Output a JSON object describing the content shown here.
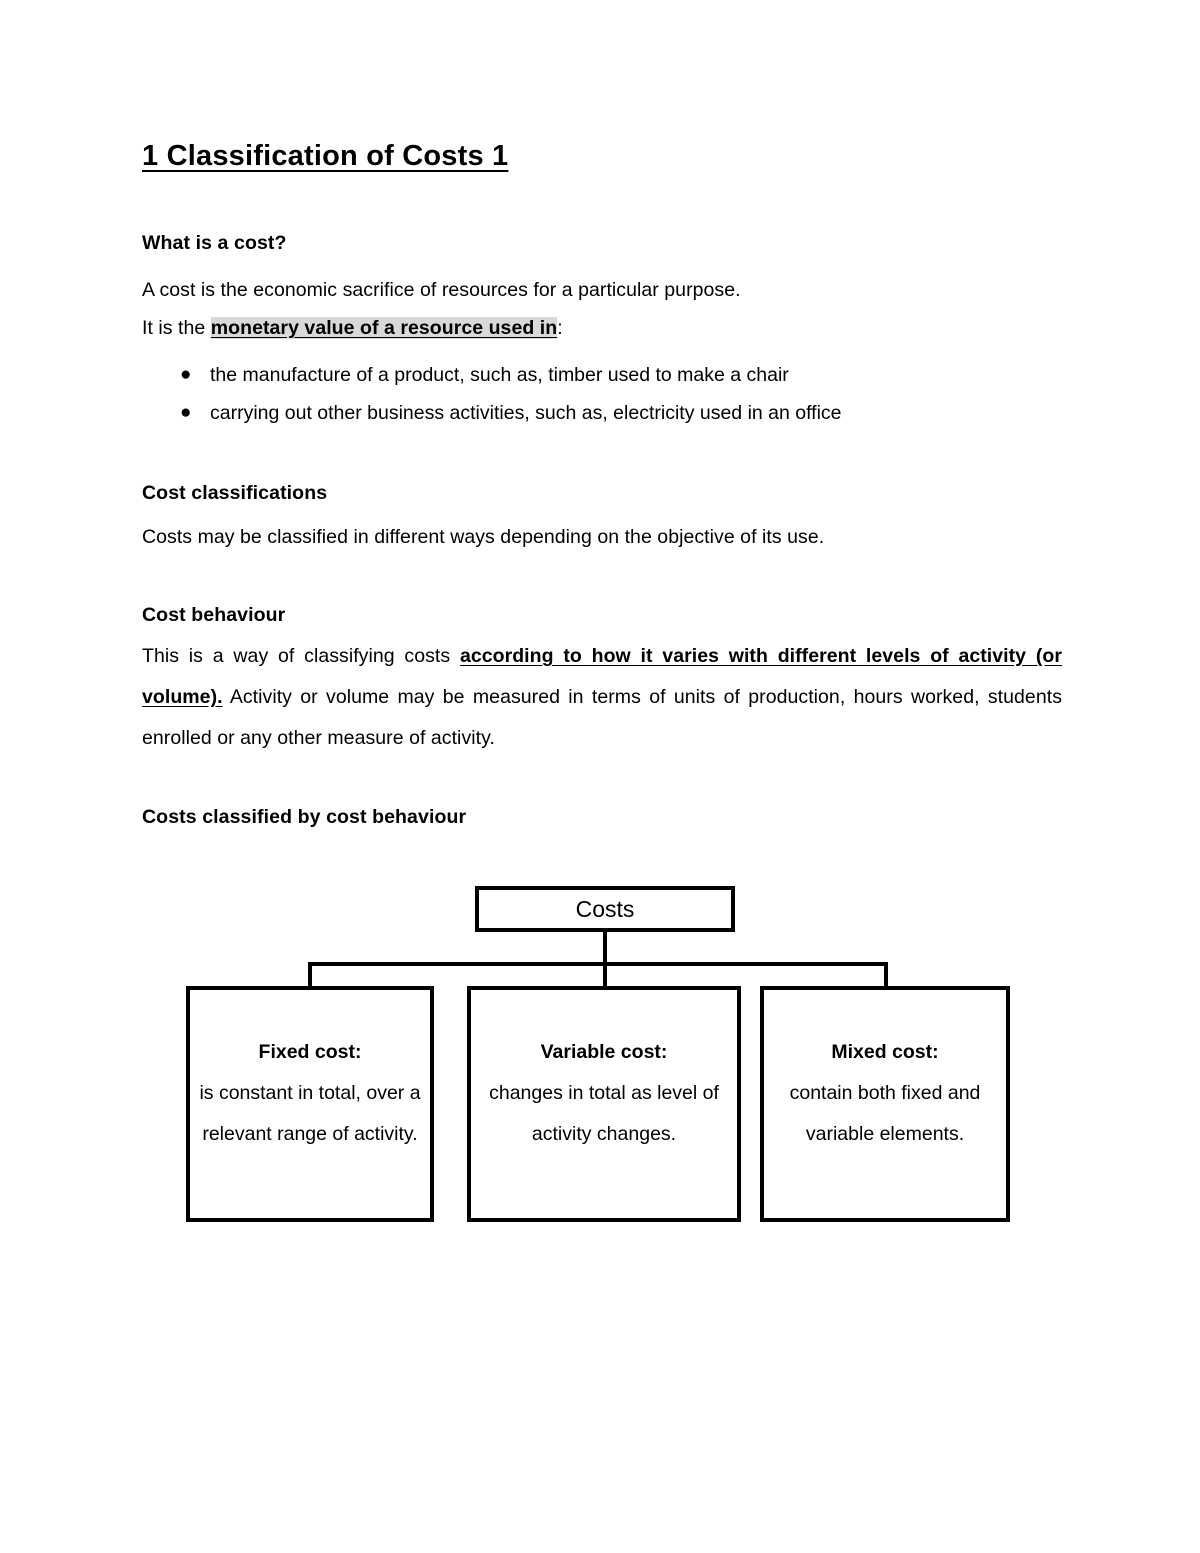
{
  "document": {
    "title": "1 Classification of Costs 1"
  },
  "sections": {
    "what_is_a_cost": {
      "heading": "What is a cost?",
      "line1": " A cost is the economic sacrifice of resources for a particular purpose.",
      "line2_prefix": "It is the ",
      "line2_highlight": "monetary value of a resource used in",
      "line2_suffix": ":",
      "bullets": [
        "the manufacture of a product, such as, timber used to make a chair",
        "carrying out other business activities, such as, electricity used in an office"
      ],
      "bullet_glyph": "●"
    },
    "cost_classifications": {
      "heading": "Cost classifications",
      "body": "Costs may be classified in different ways depending on the objective of its use."
    },
    "cost_behaviour": {
      "heading": "Cost behaviour",
      "body_prefix": "This is a way of classifying costs ",
      "body_emphasis": "according to how it varies with different levels of activity (or volume).",
      "body_suffix": " Activity or volume may be measured in terms of units of production, hours worked, students enrolled or any other measure of activity."
    },
    "diagram_section": {
      "heading": "Costs classified by cost behaviour"
    }
  },
  "diagram": {
    "root": {
      "label": "Costs"
    },
    "leaves": [
      {
        "title": "Fixed cost:",
        "body": "is constant in total, over a relevant range of activity."
      },
      {
        "title": "Variable cost:",
        "body": "changes in total as level of activity changes."
      },
      {
        "title": "Mixed cost:",
        "body": "contain both fixed and variable elements."
      }
    ]
  },
  "colors": {
    "highlight": "#d9d9d9",
    "ink": "#000000",
    "page": "#ffffff"
  }
}
